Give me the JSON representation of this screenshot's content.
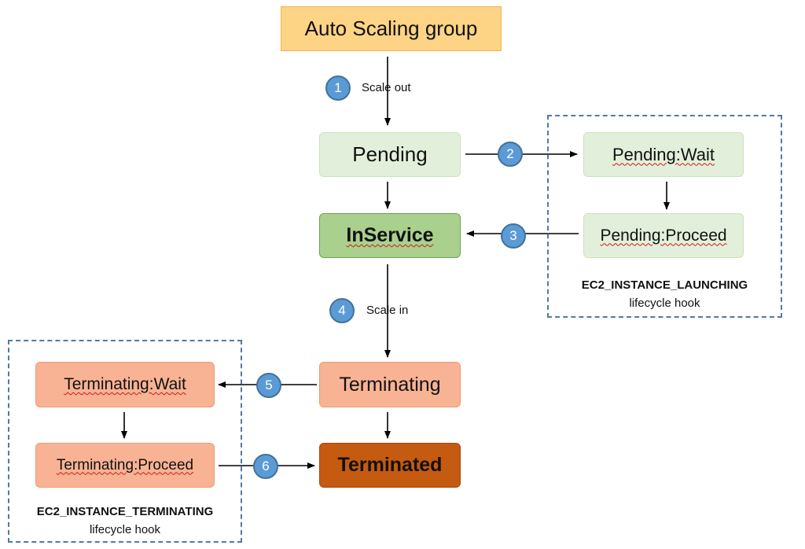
{
  "nodes": {
    "asg": "Auto Scaling group",
    "pending": "Pending",
    "pending_wait": "Pending:Wait",
    "pending_proceed": "Pending:Proceed",
    "inservice": "InService",
    "terminating": "Terminating",
    "terminating_wait": "Terminating:Wait",
    "terminating_proceed": "Terminating:Proceed",
    "terminated": "Terminated"
  },
  "steps": [
    "1",
    "2",
    "3",
    "4",
    "5",
    "6"
  ],
  "edge_labels": {
    "scale_out": "Scale out",
    "scale_in": "Scale in"
  },
  "hooks": {
    "launching": {
      "name": "EC2_INSTANCE_LAUNCHING",
      "label": "lifecycle hook"
    },
    "terminating": {
      "name": "EC2_INSTANCE_TERMINATING",
      "label": "lifecycle hook"
    }
  },
  "colors": {
    "asg": "#fdd385",
    "pending": "#e2f0db",
    "inservice": "#a9d18d",
    "terminating": "#f8b394",
    "terminated": "#c55a11",
    "step_badge": "#5b9bd5",
    "hook_border": "#5279a8"
  }
}
